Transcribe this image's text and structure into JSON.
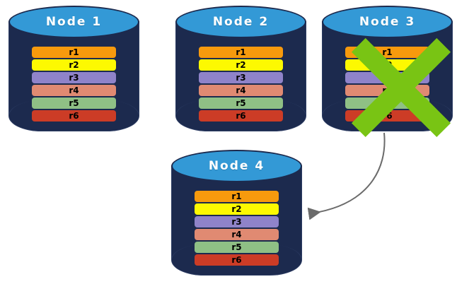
{
  "diagram": {
    "title_hidden": "",
    "background": "#ffffff",
    "palette": {
      "cylinder_body": "#1c2a4e",
      "cylinder_top": "#3399d6",
      "cylinder_edge": "#2c3c63",
      "title_text": "#ffffff",
      "row_text": "#000000",
      "x_mark": "#79c414",
      "arrow": "#6b6b6b"
    },
    "rows_legend": [
      {
        "id": "r1",
        "label": "r1",
        "color": "#f79a0d"
      },
      {
        "id": "r2",
        "label": "r2",
        "color": "#fdf901"
      },
      {
        "id": "r3",
        "label": "r3",
        "color": "#8f83c9"
      },
      {
        "id": "r4",
        "label": "r4",
        "color": "#e08a72"
      },
      {
        "id": "r5",
        "label": "r5",
        "color": "#8fc085"
      },
      {
        "id": "r6",
        "label": "r6",
        "color": "#cc3c26"
      }
    ],
    "nodes": [
      {
        "key": "node1",
        "title": "Node 1",
        "failed": false,
        "rows": [
          {
            "label": "r1",
            "color": "#f79a0d"
          },
          {
            "label": "r2",
            "color": "#fdf901"
          },
          {
            "label": "r3",
            "color": "#8f83c9"
          },
          {
            "label": "r4",
            "color": "#e08a72"
          },
          {
            "label": "r5",
            "color": "#8fc085"
          },
          {
            "label": "r6",
            "color": "#cc3c26"
          }
        ]
      },
      {
        "key": "node2",
        "title": "Node 2",
        "failed": false,
        "rows": [
          {
            "label": "r1",
            "color": "#f79a0d"
          },
          {
            "label": "r2",
            "color": "#fdf901"
          },
          {
            "label": "r3",
            "color": "#8f83c9"
          },
          {
            "label": "r4",
            "color": "#e08a72"
          },
          {
            "label": "r5",
            "color": "#8fc085"
          },
          {
            "label": "r6",
            "color": "#cc3c26"
          }
        ]
      },
      {
        "key": "node3",
        "title": "Node 3",
        "failed": true,
        "rows": [
          {
            "label": "r1",
            "color": "#f79a0d"
          },
          {
            "label": "r2",
            "color": "#fdf901"
          },
          {
            "label": "r3",
            "color": "#8f83c9"
          },
          {
            "label": "r4",
            "color": "#e08a72"
          },
          {
            "label": "r5",
            "color": "#8fc085"
          },
          {
            "label": "r6",
            "color": "#cc3c26"
          }
        ]
      },
      {
        "key": "node4",
        "title": "Node 4",
        "failed": false,
        "rows": [
          {
            "label": "r1",
            "color": "#f79a0d"
          },
          {
            "label": "r2",
            "color": "#fdf901"
          },
          {
            "label": "r3",
            "color": "#8f83c9"
          },
          {
            "label": "r4",
            "color": "#e08a72"
          },
          {
            "label": "r5",
            "color": "#8fc085"
          },
          {
            "label": "r6",
            "color": "#cc3c26"
          }
        ]
      }
    ],
    "annotations": {
      "failure_mark": "x-cross",
      "migration_arrow": {
        "from": "node3",
        "to": "node4",
        "style": "curved"
      }
    }
  }
}
